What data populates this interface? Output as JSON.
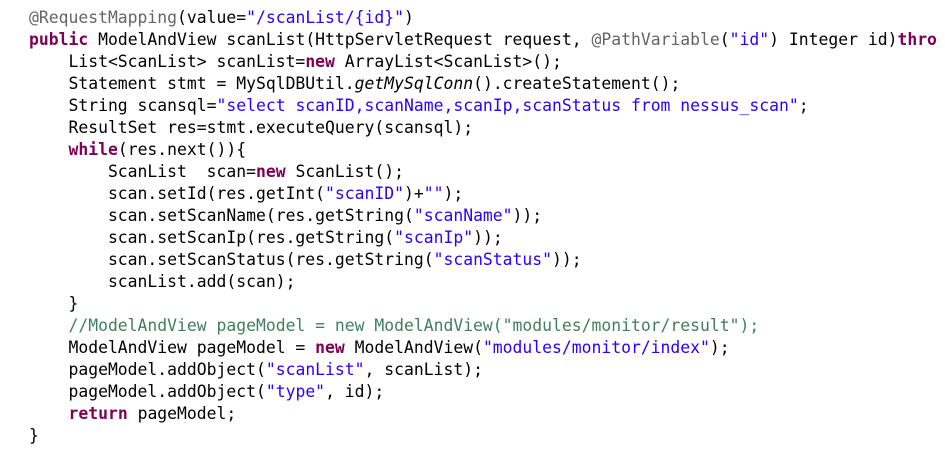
{
  "code_editor": {
    "lines": [
      [
        {
          "t": "@RequestMapping",
          "c": "annotation"
        },
        {
          "t": "(value=",
          "c": "plain"
        },
        {
          "t": "\"/scanList/{id}\"",
          "c": "string"
        },
        {
          "t": ")",
          "c": "plain"
        }
      ],
      [
        {
          "t": "public",
          "c": "keyword"
        },
        {
          "t": " ModelAndView scanList(HttpServletRequest request, ",
          "c": "plain"
        },
        {
          "t": "@PathVariable",
          "c": "annotation"
        },
        {
          "t": "(",
          "c": "plain"
        },
        {
          "t": "\"id\"",
          "c": "string"
        },
        {
          "t": ") Integer id)",
          "c": "plain"
        },
        {
          "t": "thro",
          "c": "keyword"
        }
      ],
      [
        {
          "t": "    List<ScanList> scanList=",
          "c": "plain"
        },
        {
          "t": "new",
          "c": "keyword"
        },
        {
          "t": " ArrayList<ScanList>();",
          "c": "plain"
        }
      ],
      [
        {
          "t": "    Statement stmt = MySqlDBUtil.",
          "c": "plain"
        },
        {
          "t": "getMySqlConn",
          "c": "static"
        },
        {
          "t": "().createStatement();",
          "c": "plain"
        }
      ],
      [
        {
          "t": "    String scansql=",
          "c": "plain"
        },
        {
          "t": "\"select scanID,scanName,scanIp,scanStatus from nessus_scan\"",
          "c": "string"
        },
        {
          "t": ";",
          "c": "plain"
        }
      ],
      [
        {
          "t": "    ResultSet res=stmt.executeQuery(scansql);",
          "c": "plain"
        }
      ],
      [
        {
          "t": "    ",
          "c": "plain"
        },
        {
          "t": "while",
          "c": "keyword"
        },
        {
          "t": "(res.next()){",
          "c": "plain"
        }
      ],
      [
        {
          "t": "        ScanList  scan=",
          "c": "plain"
        },
        {
          "t": "new",
          "c": "keyword"
        },
        {
          "t": " ScanList();",
          "c": "plain"
        }
      ],
      [
        {
          "t": "        scan.setId(res.getInt(",
          "c": "plain"
        },
        {
          "t": "\"scanID\"",
          "c": "string"
        },
        {
          "t": ")+",
          "c": "plain"
        },
        {
          "t": "\"\"",
          "c": "string"
        },
        {
          "t": ");",
          "c": "plain"
        }
      ],
      [
        {
          "t": "        scan.setScanName(res.getString(",
          "c": "plain"
        },
        {
          "t": "\"scanName\"",
          "c": "string"
        },
        {
          "t": "));",
          "c": "plain"
        }
      ],
      [
        {
          "t": "        scan.setScanIp(res.getString(",
          "c": "plain"
        },
        {
          "t": "\"scanIp\"",
          "c": "string"
        },
        {
          "t": "));",
          "c": "plain"
        }
      ],
      [
        {
          "t": "        scan.setScanStatus(res.getString(",
          "c": "plain"
        },
        {
          "t": "\"scanStatus\"",
          "c": "string"
        },
        {
          "t": "));",
          "c": "plain"
        }
      ],
      [
        {
          "t": "        scanList.add(scan);",
          "c": "plain"
        }
      ],
      [
        {
          "t": "    }",
          "c": "plain"
        }
      ],
      [
        {
          "t": "    //ModelAndView pageModel = new ModelAndView(\"modules/monitor/result\");",
          "c": "comment"
        }
      ],
      [
        {
          "t": "    ModelAndView pageModel = ",
          "c": "plain"
        },
        {
          "t": "new",
          "c": "keyword"
        },
        {
          "t": " ModelAndView(",
          "c": "plain"
        },
        {
          "t": "\"modules/monitor/index\"",
          "c": "string"
        },
        {
          "t": ");",
          "c": "plain"
        }
      ],
      [
        {
          "t": "    pageModel.addObject(",
          "c": "plain"
        },
        {
          "t": "\"scanList\"",
          "c": "string"
        },
        {
          "t": ", scanList);",
          "c": "plain"
        }
      ],
      [
        {
          "t": "    pageModel.addObject(",
          "c": "plain"
        },
        {
          "t": "\"type\"",
          "c": "string"
        },
        {
          "t": ", id);",
          "c": "plain"
        }
      ],
      [
        {
          "t": "    ",
          "c": "plain"
        },
        {
          "t": "return",
          "c": "keyword"
        },
        {
          "t": " pageModel;",
          "c": "plain"
        }
      ],
      [
        {
          "t": "}",
          "c": "plain"
        }
      ]
    ]
  }
}
